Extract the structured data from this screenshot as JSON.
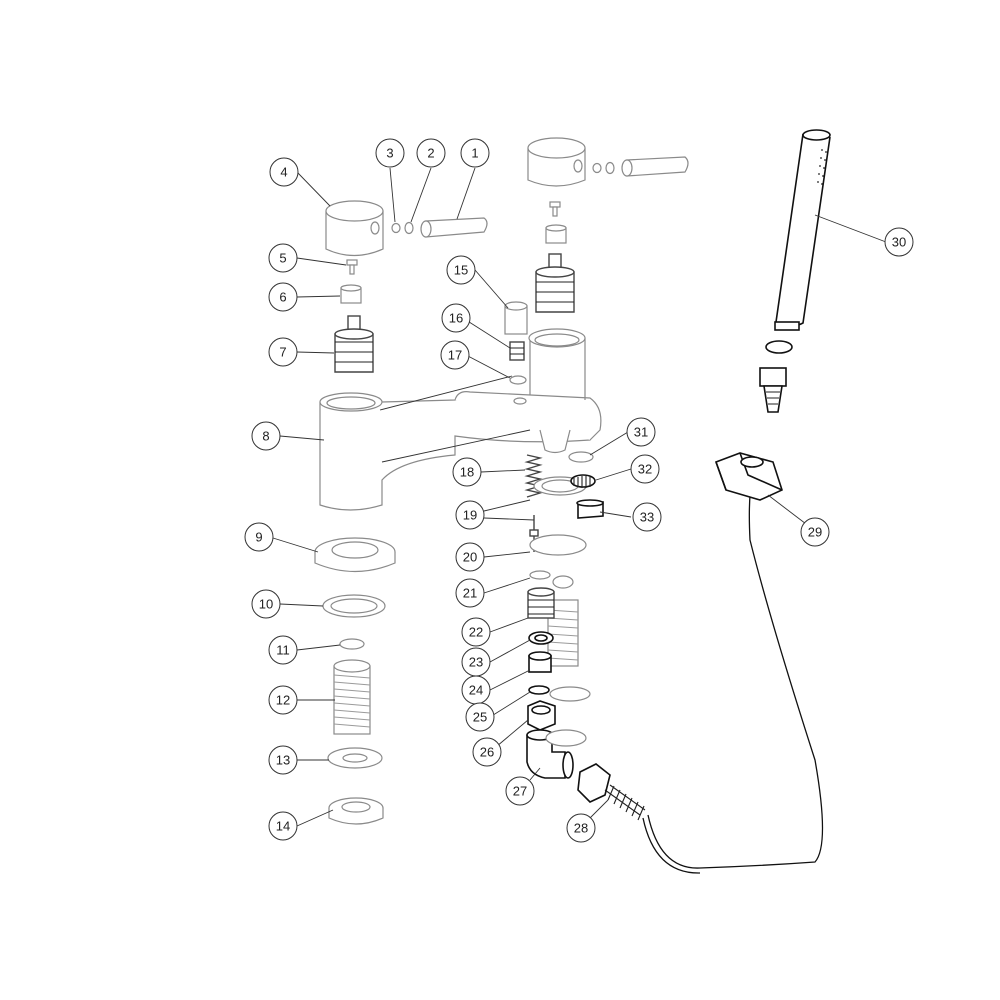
{
  "diagram": {
    "callouts": [
      "1",
      "2",
      "3",
      "4",
      "5",
      "6",
      "7",
      "8",
      "9",
      "10",
      "11",
      "12",
      "13",
      "14",
      "15",
      "16",
      "17",
      "18",
      "19",
      "20",
      "21",
      "22",
      "23",
      "24",
      "25",
      "26",
      "27",
      "28",
      "29",
      "30",
      "31",
      "32",
      "33"
    ]
  }
}
